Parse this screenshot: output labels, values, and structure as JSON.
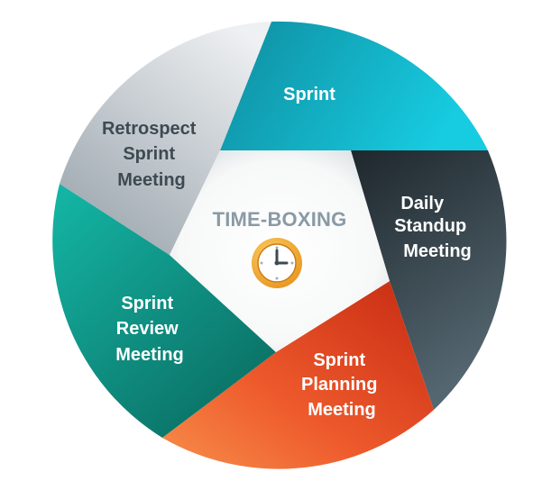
{
  "center": {
    "title": "TIME-BOXING",
    "icon": "clock-icon"
  },
  "segments": [
    {
      "id": "sprint",
      "lines": [
        "Sprint"
      ],
      "color": "#1aa6b8"
    },
    {
      "id": "daily-standup",
      "lines": [
        "Daily",
        "Standup",
        "Meeting"
      ],
      "color": "#37464d"
    },
    {
      "id": "sprint-planning",
      "lines": [
        "Sprint",
        "Planning",
        "Meeting"
      ],
      "color": "#e8532a"
    },
    {
      "id": "sprint-review",
      "lines": [
        "Sprint",
        "Review",
        "Meeting"
      ],
      "color": "#15907f"
    },
    {
      "id": "retrospect",
      "lines": [
        "Retrospect",
        "Sprint",
        "Meeting"
      ],
      "color": "#c9cfd4"
    }
  ]
}
